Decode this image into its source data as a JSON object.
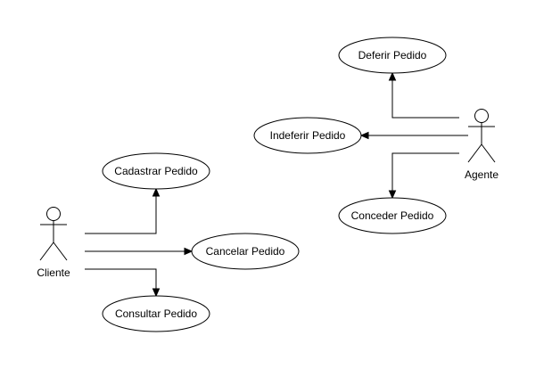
{
  "actors": {
    "cliente": {
      "name": "Cliente"
    },
    "agente": {
      "name": "Agente"
    }
  },
  "use_cases": {
    "cadastrar": "Cadastrar Pedido",
    "cancelar": "Cancelar Pedido",
    "consultar": "Consultar Pedido",
    "deferir": "Deferir Pedido",
    "indeferir": "Indeferir Pedido",
    "conceder": "Conceder Pedido"
  },
  "relations": [
    {
      "from": "Cliente",
      "to": "Cadastrar Pedido"
    },
    {
      "from": "Cliente",
      "to": "Cancelar Pedido"
    },
    {
      "from": "Cliente",
      "to": "Consultar Pedido"
    },
    {
      "from": "Agente",
      "to": "Deferir Pedido"
    },
    {
      "from": "Agente",
      "to": "Indeferir Pedido"
    },
    {
      "from": "Agente",
      "to": "Conceder Pedido"
    }
  ]
}
